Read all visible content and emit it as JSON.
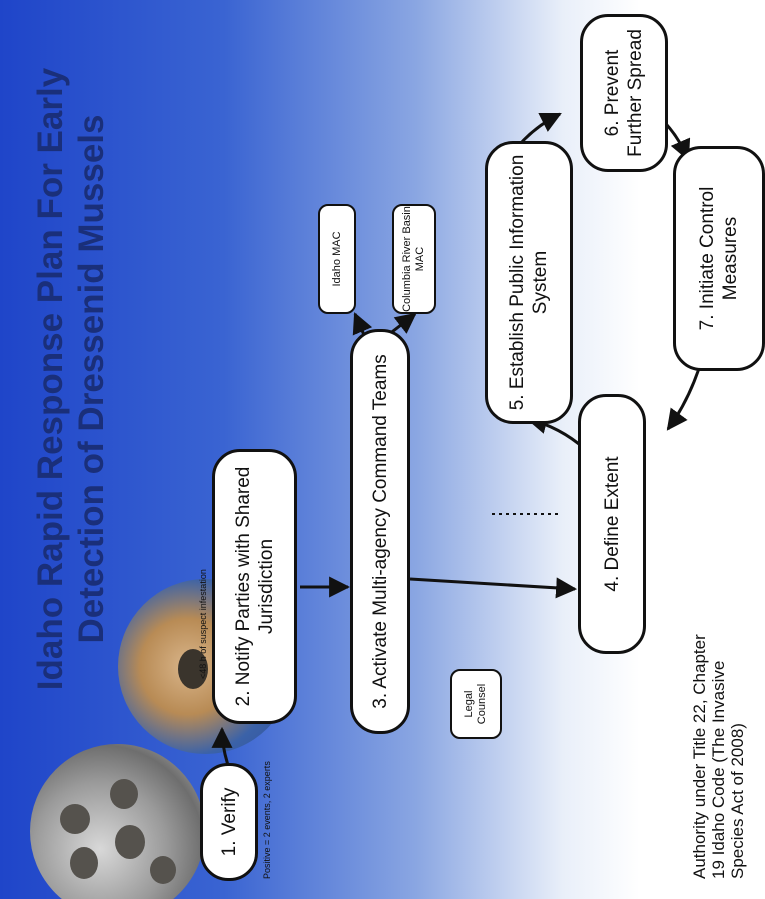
{
  "title": "Idaho Rapid Response Plan For Early Detection of Dressenid Mussels",
  "nodes": {
    "verify": "1. Verify",
    "notify": "2. Notify Parties with Shared Jurisdiction",
    "activate": "3. Activate Multi-agency Command Teams",
    "define": "4. Define Extent",
    "establish": "5. Establish Public Information System",
    "prevent": "6. Prevent Further Spread",
    "initiate": "7. Initiate Control Measures",
    "idaho_mac": "Idaho MAC",
    "columbia_mac": "Columbia River Basin MAC",
    "legal": "Legal Counsel"
  },
  "notes": {
    "verify": "Positive = 2 events, 2 experts",
    "notify": "<48 h of suspect infestation"
  },
  "authority": "Authority under Title 22, Chapter 19 Idaho Code (The Invasive Species Act of 2008)",
  "colors": {
    "title": "#1a2f7a",
    "background_top": "#1f45c9",
    "background_bottom": "#ffffff"
  }
}
